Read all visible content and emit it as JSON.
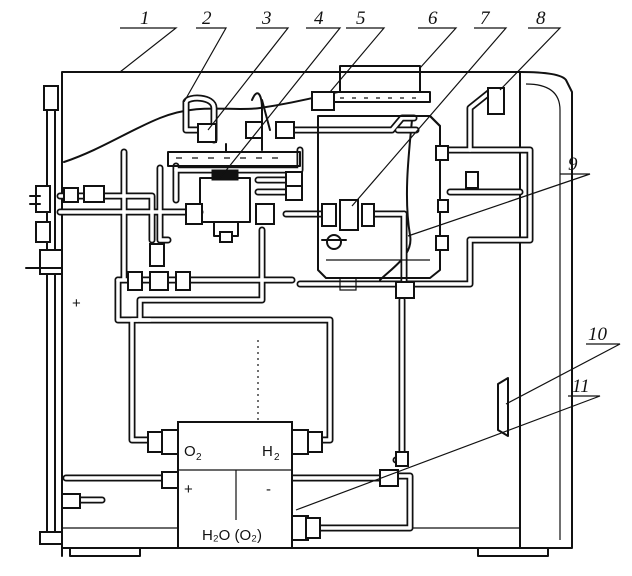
{
  "callouts": [
    "1",
    "2",
    "3",
    "4",
    "5",
    "6",
    "7",
    "8",
    "9",
    "10",
    "11"
  ],
  "electrolyzer": {
    "o2_label": "O",
    "o2_sub": "2",
    "h2_label": "H",
    "h2_sub": "2",
    "plus": "+",
    "minus": "-",
    "water_label": "H₂O (O₂)"
  },
  "frame_marker": "+"
}
